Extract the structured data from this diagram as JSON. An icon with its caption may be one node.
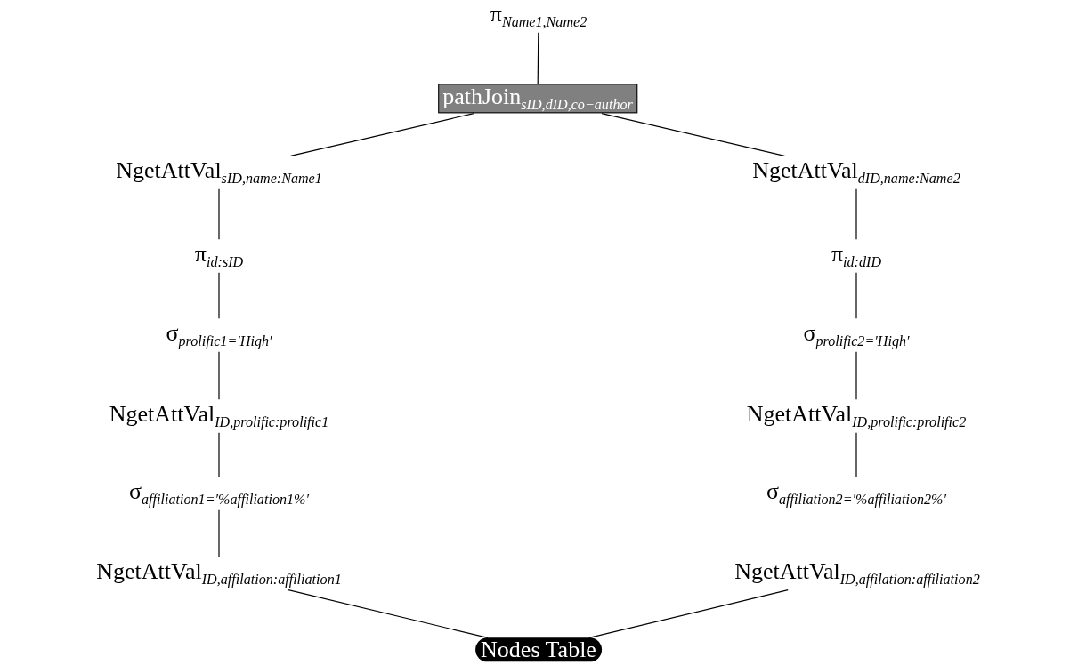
{
  "diagram": {
    "nodes": [
      {
        "text": [
          "π$_{Name1,Name2}$"
        ]
      },
      {
        "text": [
          "pathJoin$_{sID,dID,co−author}$"
        ]
      },
      {
        "text": [
          "NgetAttVal$_{sID,name:Name1}$"
        ]
      },
      {
        "text": [
          "NgetAttVal$_{dID,name:Name2}$"
        ]
      },
      {
        "text": [
          "π$_{id:sID}$"
        ]
      },
      {
        "text": [
          "π$_{id:dID}$"
        ]
      },
      {
        "text": [
          "σ$_{prolific1=′High′}$"
        ]
      },
      {
        "text": [
          "σ$_{prolific2=′High′}$"
        ]
      },
      {
        "text": [
          "NgetAttVal$_{ID,prolific:prolific1}$"
        ]
      },
      {
        "text": [
          "NgetAttVal$_{ID,prolific:prolific2}$"
        ]
      },
      {
        "text": [
          "σ$_{affiliation1=′%affiliation1%′}$"
        ]
      },
      {
        "text": [
          "σ$_{affiliation2=′%affiliation2%′}$"
        ]
      },
      {
        "text": [
          "NgetAttVal$_{ID,affilation:affiliation1}$"
        ]
      },
      {
        "text": [
          "NgetAttVal$_{ID,affilation:affiliation2}$"
        ]
      },
      {
        "text": [
          "Nodes Table"
        ]
      }
    ],
    "edges": [
      {
        "from": 0,
        "to": 1,
        "arrow": "none"
      },
      {
        "from": 1,
        "to": 2,
        "arrow": "none"
      },
      {
        "from": 1,
        "to": 3,
        "arrow": "none"
      },
      {
        "from": 2,
        "to": 4,
        "arrow": "none"
      },
      {
        "from": 4,
        "to": 6,
        "arrow": "none"
      },
      {
        "from": 6,
        "to": 8,
        "arrow": "none"
      },
      {
        "from": 8,
        "to": 10,
        "arrow": "none"
      },
      {
        "from": 10,
        "to": 12,
        "arrow": "none"
      },
      {
        "from": 3,
        "to": 5,
        "arrow": "none"
      },
      {
        "from": 5,
        "to": 7,
        "arrow": "none"
      },
      {
        "from": 7,
        "to": 9,
        "arrow": "none"
      },
      {
        "from": 9,
        "to": 11,
        "arrow": "none"
      },
      {
        "from": 12,
        "to": 14,
        "arrow": "none"
      },
      {
        "from": 13,
        "to": 14,
        "arrow": "none"
      }
    ]
  }
}
